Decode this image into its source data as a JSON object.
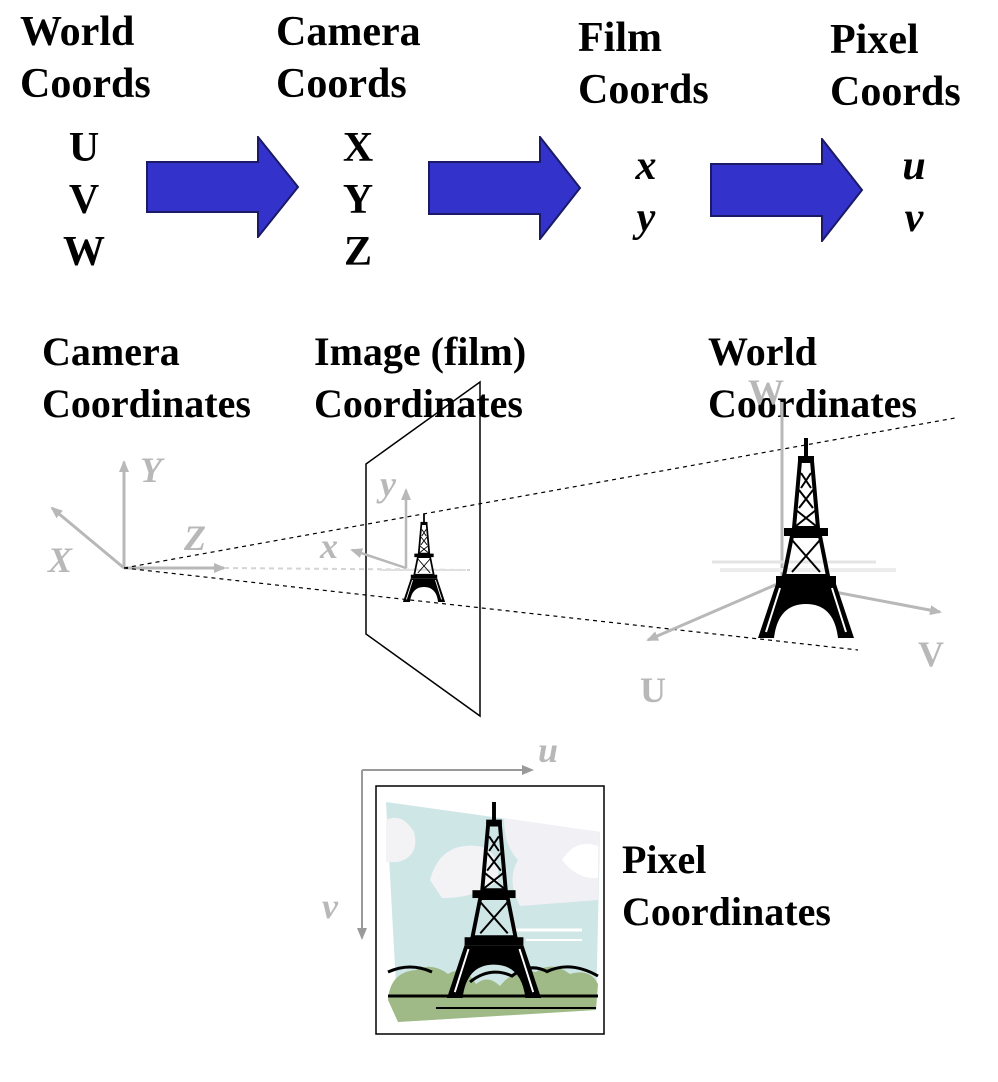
{
  "pipeline": {
    "stages": [
      {
        "title_line1": "World",
        "title_line2": "Coords",
        "vars": [
          "U",
          "V",
          "W"
        ]
      },
      {
        "title_line1": "Camera",
        "title_line2": "Coords",
        "vars": [
          "X",
          "Y",
          "Z"
        ]
      },
      {
        "title_line1": "Film",
        "title_line2": "Coords",
        "vars": [
          "x",
          "y"
        ]
      },
      {
        "title_line1": "Pixel",
        "title_line2": "Coords",
        "vars": [
          "u",
          "v"
        ]
      }
    ],
    "arrow_color": "#3333cc"
  },
  "scene": {
    "camera_label_line1": "Camera",
    "camera_label_line2": "Coordinates",
    "image_label_line1": "Image (film)",
    "image_label_line2": "Coordinates",
    "world_label_line1": "World",
    "world_label_line2": "Coordinates",
    "camera_axes": {
      "y": "Y",
      "x": "X",
      "z": "Z"
    },
    "film_axes": {
      "y": "y",
      "x": "x"
    },
    "world_axes": {
      "w": "W",
      "u": "U",
      "v": "V"
    },
    "axis_color": "#b8b8b8"
  },
  "pixel": {
    "label_line1": "Pixel",
    "label_line2": "Coordinates",
    "axes": {
      "u": "u",
      "v": "v"
    }
  }
}
